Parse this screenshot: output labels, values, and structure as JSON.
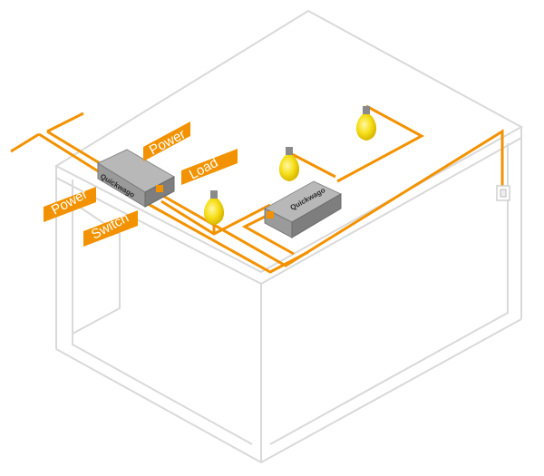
{
  "labels": {
    "power_top": "Power",
    "load": "Load",
    "power_left": "Power",
    "switch": "Switch"
  },
  "connectors": {
    "left_brand": "Quickwago",
    "right_brand": "Quickwago"
  },
  "colors": {
    "wire": "#f39200",
    "label_bg": "#f39200",
    "label_text": "#ffffff",
    "wall_stroke": "#d9d9d9",
    "bulb": "#f7e01b",
    "connector": "#9a9a9a"
  },
  "icons": [
    "lightbulb-icon",
    "wire-connector-icon",
    "light-switch-icon"
  ]
}
